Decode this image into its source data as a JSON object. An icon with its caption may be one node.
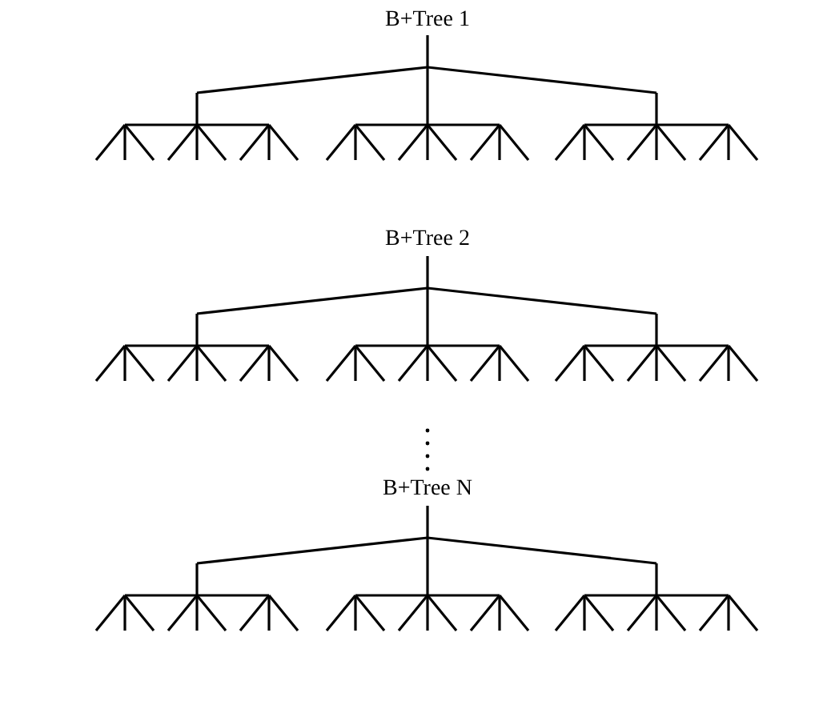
{
  "diagram": {
    "labels": [
      "B+Tree 1",
      "B+Tree 2",
      "B+Tree N"
    ]
  }
}
